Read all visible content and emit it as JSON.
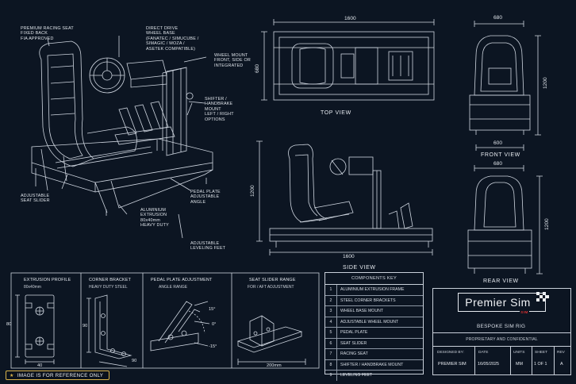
{
  "callouts": {
    "seat": [
      "PREMIUM RACING SEAT",
      "FIXED BACK",
      "FIA APPROVED"
    ],
    "wheelbase": [
      "DIRECT DRIVE",
      "WHEEL BASE",
      "(FANATEC / SIMUCUBE /",
      "SIMAGIC / MOZA /",
      "ASETEK COMPATIBLE)"
    ],
    "wheelmount": [
      "WHEEL MOUNT",
      "FRONT, SIDE OR",
      "INTEGRATED"
    ],
    "shifter": [
      "SHIFTER /",
      "HANDBRAKE",
      "MOUNT",
      "LEFT / RIGHT",
      "OPTIONS"
    ],
    "slider": [
      "ADJUSTABLE",
      "SEAT SLIDER"
    ],
    "pedal": [
      "PEDAL PLATE",
      "ADJUSTABLE",
      "ANGLE"
    ],
    "alu": [
      "ALUMINIUM",
      "EXTRUSION",
      "80x40mm",
      "HEAVY DUTY"
    ],
    "feet": [
      "ADJUSTABLE",
      "LEVELING FEET"
    ]
  },
  "views": {
    "top": {
      "title": "TOP VIEW",
      "width": "1600",
      "depth": "680"
    },
    "side": {
      "title": "SIDE VIEW",
      "width": "1600",
      "height": "1200"
    },
    "front": {
      "title": "FRONT VIEW",
      "top_width": "680",
      "base_width": "600",
      "height": "1200"
    },
    "rear": {
      "title": "REAR VIEW",
      "top_width": "680",
      "height": "1200"
    }
  },
  "details": {
    "profile": {
      "title": "EXTRUSION PROFILE",
      "sub": "80x40mm",
      "w": "40",
      "h": "80"
    },
    "bracket": {
      "title": "CORNER BRACKET",
      "sub": "HEAVY DUTY STEEL",
      "a": "90",
      "b": "90"
    },
    "pedal": {
      "title": "PEDAL PLATE ADJUSTMENT",
      "sub": "ANGLE RANGE",
      "up": "15°",
      "zero": "0°",
      "down": "-15°"
    },
    "slider": {
      "title": "SEAT SLIDER RANGE",
      "sub": "FOR / AFT ADJUSTMENT",
      "range": "200mm"
    }
  },
  "key": {
    "title": "COMPONENTS KEY",
    "items": [
      {
        "n": "1",
        "t": "ALUMINIUM EXTRUSION FRAME"
      },
      {
        "n": "2",
        "t": "STEEL CORNER BRACKETS"
      },
      {
        "n": "3",
        "t": "WHEEL BASE MOUNT"
      },
      {
        "n": "4",
        "t": "ADJUSTABLE WHEEL MOUNT"
      },
      {
        "n": "5",
        "t": "PEDAL PLATE"
      },
      {
        "n": "6",
        "t": "SEAT SLIDER"
      },
      {
        "n": "7",
        "t": "RACING SEAT"
      },
      {
        "n": "8",
        "t": "SHIFTER / HANDBRAKE MOUNT"
      },
      {
        "n": "9",
        "t": "LEVELING FEET"
      }
    ]
  },
  "titleblock": {
    "brand": "Premier Sim",
    "tag": "SIM",
    "project": "BESPOKE SIM RIG",
    "confidential": "PROPRIETARY AND CONFIDENTIAL",
    "labels": {
      "designed": "DESIGNED BY:",
      "date": "DATE",
      "units": "UNITS",
      "sheet": "SHEET",
      "rev": "REV"
    },
    "values": {
      "designed": "PREMIER SIM",
      "date": "16/05/2025",
      "units": "MM",
      "sheet": "1 OF 1",
      "rev": "A"
    }
  },
  "note": "IMAGE IS FOR REFERENCE ONLY",
  "colors": {
    "background": "#0c1522",
    "lines": "#cfd6e0",
    "accent_red": "#d93030",
    "note_border": "#d8b24a"
  }
}
